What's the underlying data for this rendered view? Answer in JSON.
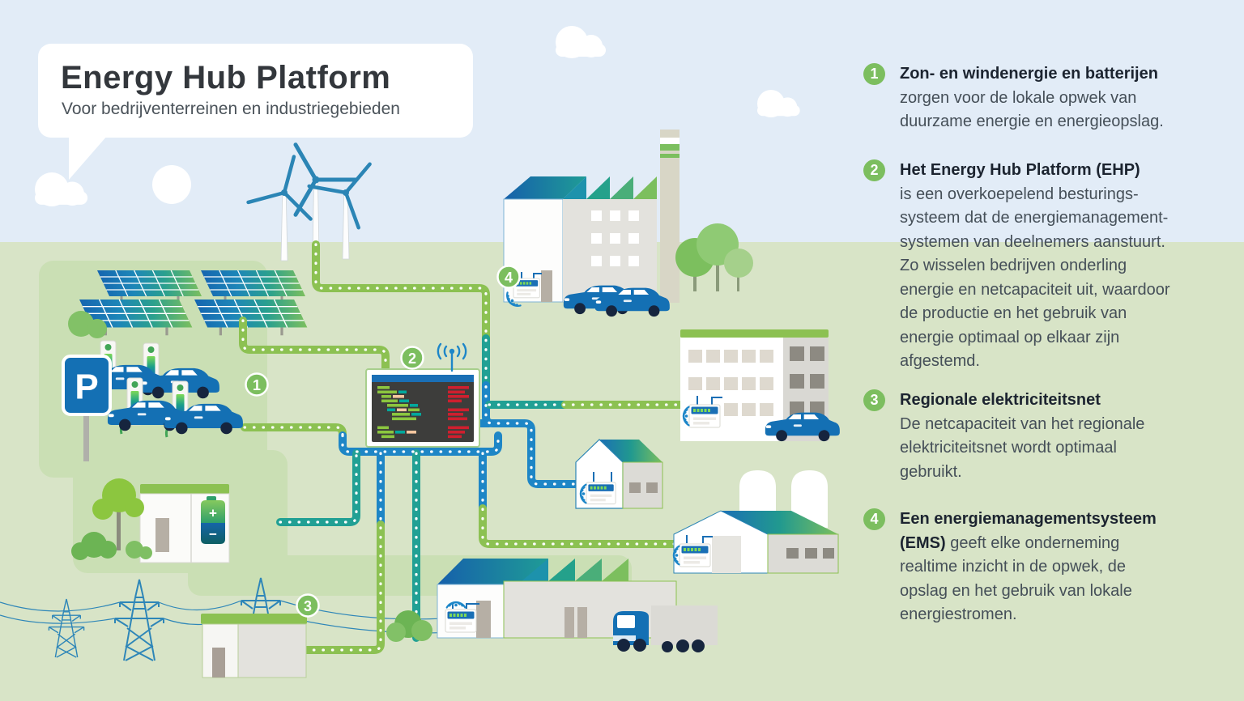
{
  "title_card": {
    "title": "Energy Hub Platform",
    "subtitle": "Voor bedrijventerreinen en industriegebieden"
  },
  "legend": {
    "items": [
      {
        "number": "1",
        "title": "Zon- en windenergie en batterijen",
        "body": "zorgen voor de lokale opwek van\nduurzame energie en energieopslag."
      },
      {
        "number": "2",
        "title": "Het Energy Hub Platform (EHP)",
        "body": "is een overkoepelend besturings-\nsysteem dat de energiemanagement-\nsystemen van deelnemers aanstuurt.\nZo wisselen bedrijven onderling\nenergie en netcapaciteit uit, waardoor\nde productie en het gebruik van\nenergie optimaal op elkaar zijn\nafgestemd."
      },
      {
        "number": "3",
        "title": "Regionale elektriciteitsnet",
        "body": "De netcapaciteit van het regionale\nelektriciteitsnet wordt optimaal\ngebruikt."
      },
      {
        "number": "4",
        "title": "Een energiemanagementsysteem",
        "body_bold": "(EMS)",
        "body": " geeft elke onderneming\nrealtime inzicht in de opwek, de\nopslag en het gebruik van lokale\nenergiestromen."
      }
    ]
  },
  "diagram": {
    "badges": [
      "1",
      "2",
      "3",
      "4"
    ],
    "parking_sign_letter": "P",
    "battery_plus": "+",
    "battery_minus": "−"
  },
  "palette": {
    "sky": "#e2ecf7",
    "field": "#d8e4c7",
    "patch": "#cadfb4",
    "pipe_blue": "#1e86c6",
    "pipe_green": "#8cc152",
    "pipe_teal": "#21a094",
    "badge_green": "#7cbe5f",
    "car_blue": "#1470b4",
    "screen_red": "#cf1f2e",
    "screen_green": "#8cc63f",
    "screen_teal": "#00a99d"
  }
}
